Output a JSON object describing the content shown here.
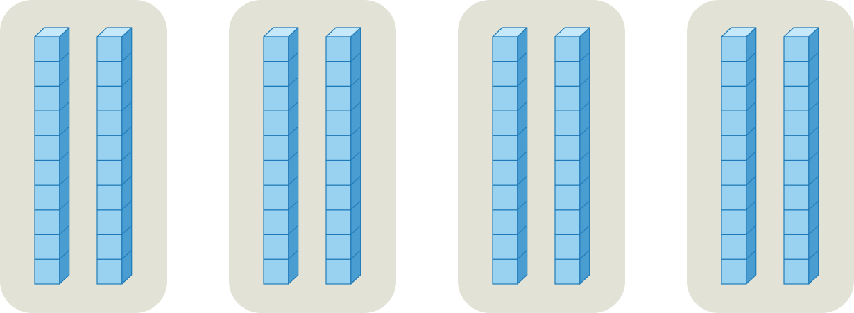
{
  "diagram": {
    "type": "base-ten-blocks",
    "groups": [
      {
        "rods": [
          {
            "cubes": 10
          },
          {
            "cubes": 10
          }
        ]
      },
      {
        "rods": [
          {
            "cubes": 10
          },
          {
            "cubes": 10
          }
        ]
      },
      {
        "rods": [
          {
            "cubes": 10
          },
          {
            "cubes": 10
          }
        ]
      },
      {
        "rods": [
          {
            "cubes": 10
          },
          {
            "cubes": 10
          }
        ]
      }
    ]
  },
  "colors": {
    "background": "#ffffff",
    "group_background": "#e2e3d6",
    "cube_front": "#99d2f1",
    "cube_top": "#c5e8fa",
    "cube_side": "#4a9dd0",
    "cube_edge": "#1f7ab8"
  }
}
